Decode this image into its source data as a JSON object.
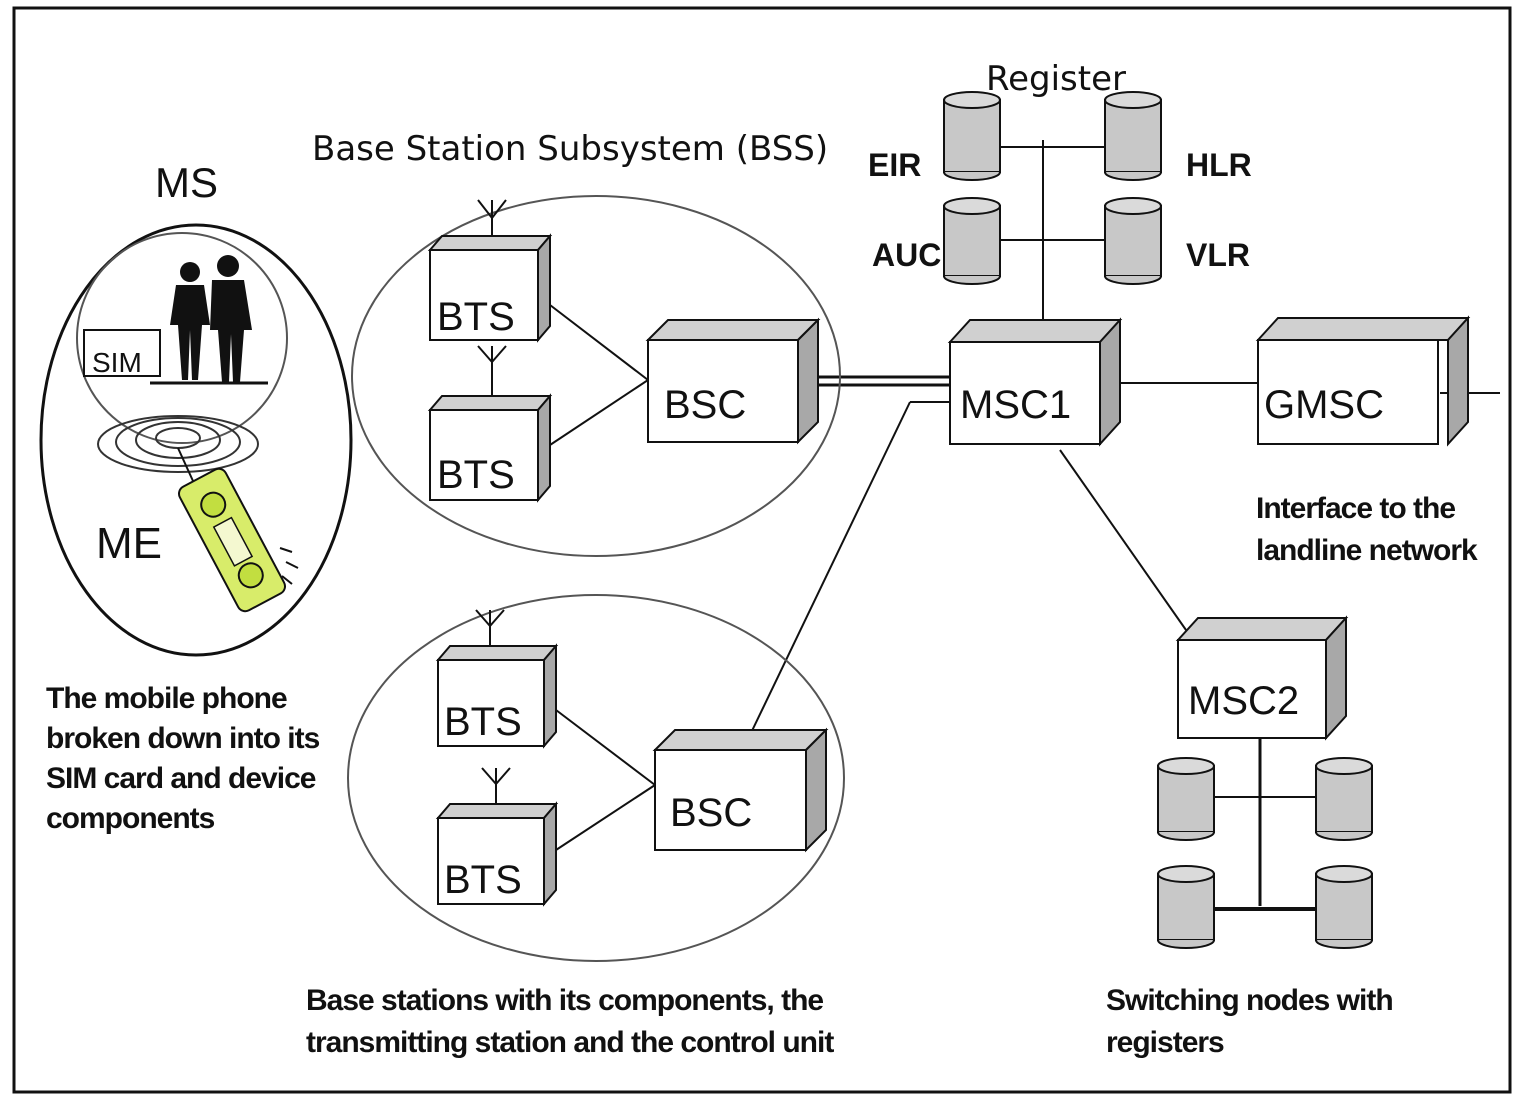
{
  "title": "Base Station Subsystem (BSS)",
  "registers": {
    "heading": "Register",
    "eir": "EIR",
    "hlr": "HLR",
    "auc": "AUC",
    "vlr": "VLR"
  },
  "mobile_station": {
    "ms_label": "MS",
    "sim_label": "SIM",
    "me_label": "ME",
    "caption": [
      "The mobile phone",
      "broken down into its",
      "SIM card and device",
      "components"
    ]
  },
  "bss_top": {
    "bts_1": "BTS",
    "bts_2": "BTS",
    "bsc": "BSC"
  },
  "bss_bottom": {
    "bts_1": "BTS",
    "bts_2": "BTS",
    "bsc": "BSC"
  },
  "bss_caption": [
    "Base stations with its components, the",
    "transmitting station and the control unit"
  ],
  "msc1": "MSC1",
  "msc2": "MSC2",
  "gmsc": "GMSC",
  "gmsc_caption": [
    "Interface to the",
    "landline network"
  ],
  "msc2_caption": [
    "Switching nodes with",
    "registers"
  ],
  "colors": {
    "box_face": "#ffffff",
    "box_top": "#d0d0d0",
    "box_side": "#a8a8a8",
    "cylinder": "#c8c8c8",
    "phone": "#d8ec6a",
    "line": "#111111"
  }
}
